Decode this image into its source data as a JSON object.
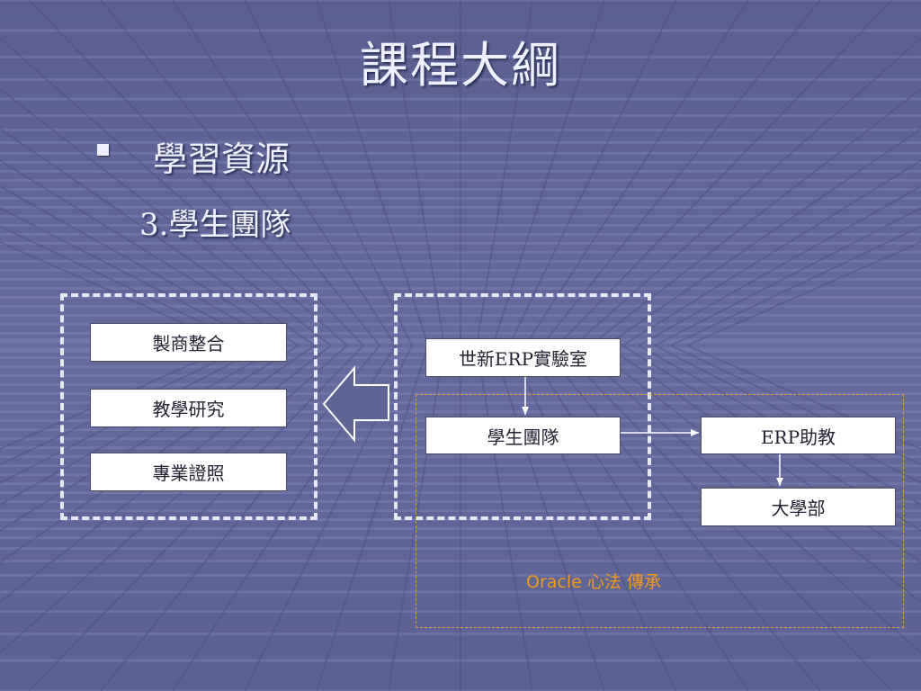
{
  "slide": {
    "title": "課程大綱",
    "bullet": "學習資源",
    "subheading": "3.學生團隊"
  },
  "diagram": {
    "left_group": [
      {
        "label": "製商整合"
      },
      {
        "label": "教學研究"
      },
      {
        "label": "專業證照"
      }
    ],
    "lab": "世新ERP實驗室",
    "team": "學生團隊",
    "ta": "ERP助教",
    "undergrad": "大學部",
    "caption": "Oracle 心法 傳承"
  },
  "colors": {
    "background": "#5e6494",
    "text_light": "#eef0ff",
    "accent_orange": "#f29a1c"
  }
}
